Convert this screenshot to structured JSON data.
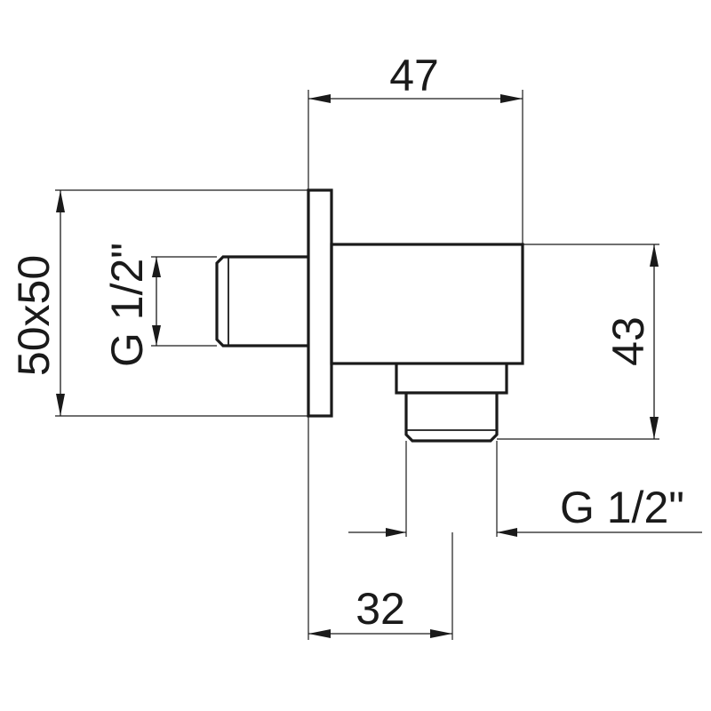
{
  "dimensions": {
    "overall_length": "47",
    "flange_size": "50x50",
    "inlet_thread": "G 1/2\"",
    "body_height": "43",
    "outlet_thread": "G 1/2\"",
    "outlet_offset": "32"
  }
}
